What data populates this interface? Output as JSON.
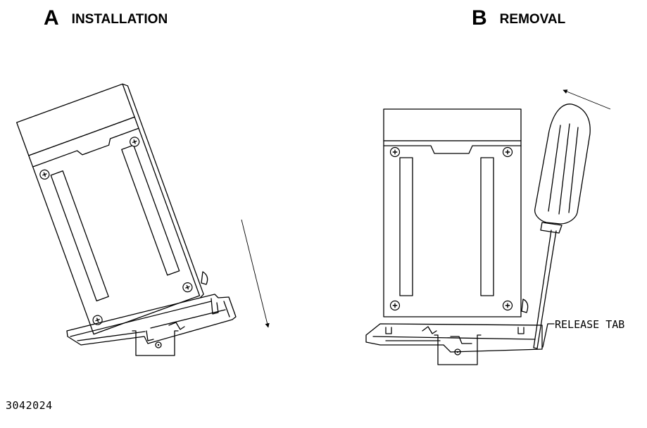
{
  "panels": {
    "installation": {
      "letter": "A",
      "title": "INSTALLATION"
    },
    "removal": {
      "letter": "B",
      "title": "REMOVAL"
    }
  },
  "callouts": {
    "release_tab": "RELEASE TAB"
  },
  "figure_number": "3042024"
}
